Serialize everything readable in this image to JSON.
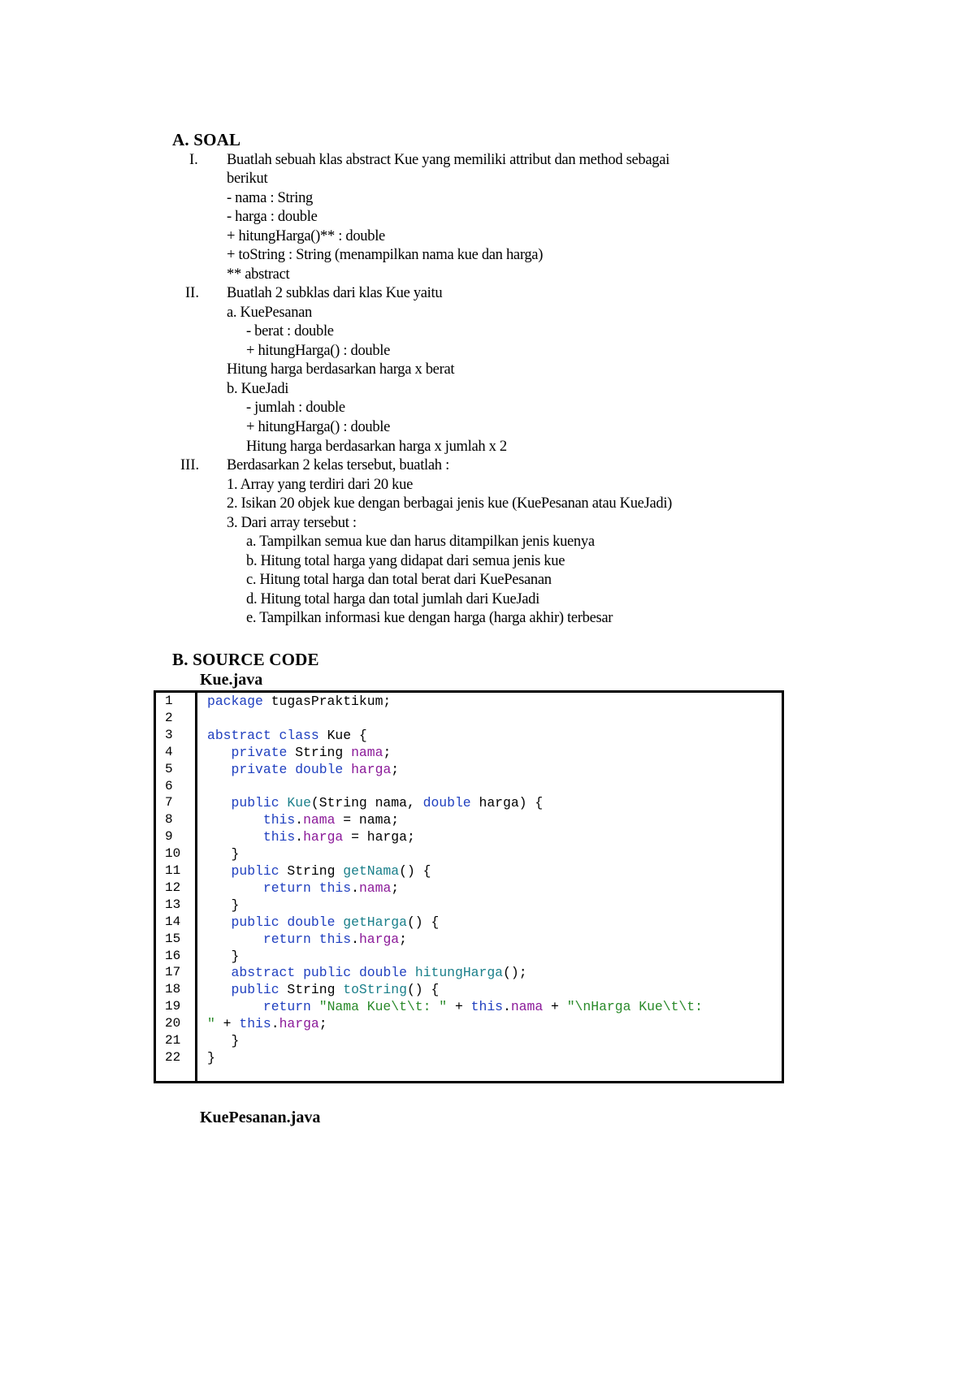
{
  "section_a": {
    "title": "A. SOAL",
    "items": [
      {
        "numeral": "I.",
        "lines": [
          "Buatlah sebuah klas abstract Kue yang memiliki attribut dan method sebagai",
          "berikut",
          "- nama : String",
          "- harga : double",
          "+ hitungHarga()** : double",
          "+ toString : String (menampilkan nama kue dan harga)",
          "** abstract"
        ]
      },
      {
        "numeral": "II.",
        "lines": [
          "Buatlah 2 subklas dari klas Kue yaitu",
          "a. KuePesanan",
          "- berat : double",
          "+ hitungHarga() : double",
          "Hitung harga berdasarkan harga x berat",
          "b. KueJadi",
          "- jumlah : double",
          "+ hitungHarga() : double",
          "Hitung harga berdasarkan harga x jumlah x 2"
        ]
      },
      {
        "numeral": "III.",
        "lines": [
          "Berdasarkan 2 kelas tersebut, buatlah :",
          "1. Array yang terdiri dari 20 kue",
          "2. Isikan 20 objek kue dengan berbagai jenis kue (KuePesanan atau KueJadi)",
          "3. Dari array tersebut :",
          "a. Tampilkan semua kue dan harus ditampilkan jenis kuenya",
          "b. Hitung total harga yang didapat dari semua jenis kue",
          "c. Hitung total harga dan total berat dari KuePesanan",
          "d. Hitung total harga dan total jumlah dari KueJadi",
          "e. Tampilkan informasi kue dengan harga (harga akhir) terbesar"
        ]
      }
    ]
  },
  "section_b": {
    "title": "B. SOURCE CODE",
    "files": [
      {
        "filename": "Kue.java",
        "line_numbers": [
          "1",
          "2",
          "3",
          "4",
          "5",
          "6",
          "7",
          "8",
          "9",
          "10",
          "11",
          "12",
          "13",
          "14",
          "15",
          "16",
          "17",
          "18",
          "19",
          "20",
          "21",
          "22"
        ],
        "code_lines": [
          [
            {
              "t": "package",
              "c": "kw"
            },
            {
              "t": " tugasPraktikum;",
              "c": "pl"
            }
          ],
          [],
          [
            {
              "t": "abstract",
              "c": "kw"
            },
            {
              "t": " ",
              "c": "pl"
            },
            {
              "t": "class",
              "c": "kw"
            },
            {
              "t": " Kue {",
              "c": "pl"
            }
          ],
          [
            {
              "t": "   ",
              "c": "pl"
            },
            {
              "t": "private",
              "c": "kw"
            },
            {
              "t": " String ",
              "c": "pl"
            },
            {
              "t": "nama",
              "c": "fld"
            },
            {
              "t": ";",
              "c": "pl"
            }
          ],
          [
            {
              "t": "   ",
              "c": "pl"
            },
            {
              "t": "private",
              "c": "kw"
            },
            {
              "t": " ",
              "c": "pl"
            },
            {
              "t": "double",
              "c": "kw"
            },
            {
              "t": " ",
              "c": "pl"
            },
            {
              "t": "harga",
              "c": "fld"
            },
            {
              "t": ";",
              "c": "pl"
            }
          ],
          [],
          [
            {
              "t": "   ",
              "c": "pl"
            },
            {
              "t": "public",
              "c": "kw"
            },
            {
              "t": " ",
              "c": "pl"
            },
            {
              "t": "Kue",
              "c": "fn"
            },
            {
              "t": "(String nama, ",
              "c": "pl"
            },
            {
              "t": "double",
              "c": "kw"
            },
            {
              "t": " harga) {",
              "c": "pl"
            }
          ],
          [
            {
              "t": "       ",
              "c": "pl"
            },
            {
              "t": "this",
              "c": "kw"
            },
            {
              "t": ".",
              "c": "pl"
            },
            {
              "t": "nama",
              "c": "fld"
            },
            {
              "t": " = nama;",
              "c": "pl"
            }
          ],
          [
            {
              "t": "       ",
              "c": "pl"
            },
            {
              "t": "this",
              "c": "kw"
            },
            {
              "t": ".",
              "c": "pl"
            },
            {
              "t": "harga",
              "c": "fld"
            },
            {
              "t": " = harga;",
              "c": "pl"
            }
          ],
          [
            {
              "t": "   }",
              "c": "pl"
            }
          ],
          [
            {
              "t": "   ",
              "c": "pl"
            },
            {
              "t": "public",
              "c": "kw"
            },
            {
              "t": " String ",
              "c": "pl"
            },
            {
              "t": "getNama",
              "c": "fn"
            },
            {
              "t": "() {",
              "c": "pl"
            }
          ],
          [
            {
              "t": "       ",
              "c": "pl"
            },
            {
              "t": "return",
              "c": "kw"
            },
            {
              "t": " ",
              "c": "pl"
            },
            {
              "t": "this",
              "c": "kw"
            },
            {
              "t": ".",
              "c": "pl"
            },
            {
              "t": "nama",
              "c": "fld"
            },
            {
              "t": ";",
              "c": "pl"
            }
          ],
          [
            {
              "t": "   }",
              "c": "pl"
            }
          ],
          [
            {
              "t": "   ",
              "c": "pl"
            },
            {
              "t": "public",
              "c": "kw"
            },
            {
              "t": " ",
              "c": "pl"
            },
            {
              "t": "double",
              "c": "kw"
            },
            {
              "t": " ",
              "c": "pl"
            },
            {
              "t": "getHarga",
              "c": "fn"
            },
            {
              "t": "() {",
              "c": "pl"
            }
          ],
          [
            {
              "t": "       ",
              "c": "pl"
            },
            {
              "t": "return",
              "c": "kw"
            },
            {
              "t": " ",
              "c": "pl"
            },
            {
              "t": "this",
              "c": "kw"
            },
            {
              "t": ".",
              "c": "pl"
            },
            {
              "t": "harga",
              "c": "fld"
            },
            {
              "t": ";",
              "c": "pl"
            }
          ],
          [
            {
              "t": "   }",
              "c": "pl"
            }
          ],
          [
            {
              "t": "   ",
              "c": "pl"
            },
            {
              "t": "abstract",
              "c": "kw"
            },
            {
              "t": " ",
              "c": "pl"
            },
            {
              "t": "public",
              "c": "kw"
            },
            {
              "t": " ",
              "c": "pl"
            },
            {
              "t": "double",
              "c": "kw"
            },
            {
              "t": " ",
              "c": "pl"
            },
            {
              "t": "hitungHarga",
              "c": "fn"
            },
            {
              "t": "();",
              "c": "pl"
            }
          ],
          [
            {
              "t": "   ",
              "c": "pl"
            },
            {
              "t": "public",
              "c": "kw"
            },
            {
              "t": " String ",
              "c": "pl"
            },
            {
              "t": "toString",
              "c": "fn"
            },
            {
              "t": "() {",
              "c": "pl"
            }
          ],
          [
            {
              "t": "       ",
              "c": "pl"
            },
            {
              "t": "return",
              "c": "kw"
            },
            {
              "t": " ",
              "c": "pl"
            },
            {
              "t": "\"Nama Kue\\t\\t: \"",
              "c": "str"
            },
            {
              "t": " + ",
              "c": "pl"
            },
            {
              "t": "this",
              "c": "kw"
            },
            {
              "t": ".",
              "c": "pl"
            },
            {
              "t": "nama",
              "c": "fld"
            },
            {
              "t": " + ",
              "c": "pl"
            },
            {
              "t": "\"\\nHarga Kue\\t\\t:",
              "c": "str"
            }
          ],
          [
            {
              "t": "\"",
              "c": "str"
            },
            {
              "t": " + ",
              "c": "pl"
            },
            {
              "t": "this",
              "c": "kw"
            },
            {
              "t": ".",
              "c": "pl"
            },
            {
              "t": "harga",
              "c": "fld"
            },
            {
              "t": ";",
              "c": "pl"
            }
          ],
          [
            {
              "t": "   }",
              "c": "pl"
            }
          ],
          [
            {
              "t": "}",
              "c": "pl"
            }
          ]
        ]
      },
      {
        "filename": "KuePesanan.java"
      }
    ]
  },
  "colors": {
    "keyword": "#1f3fbf",
    "method": "#1a7f8a",
    "field": "#8b1a99",
    "string": "#2a8a2a",
    "text": "#000000"
  }
}
